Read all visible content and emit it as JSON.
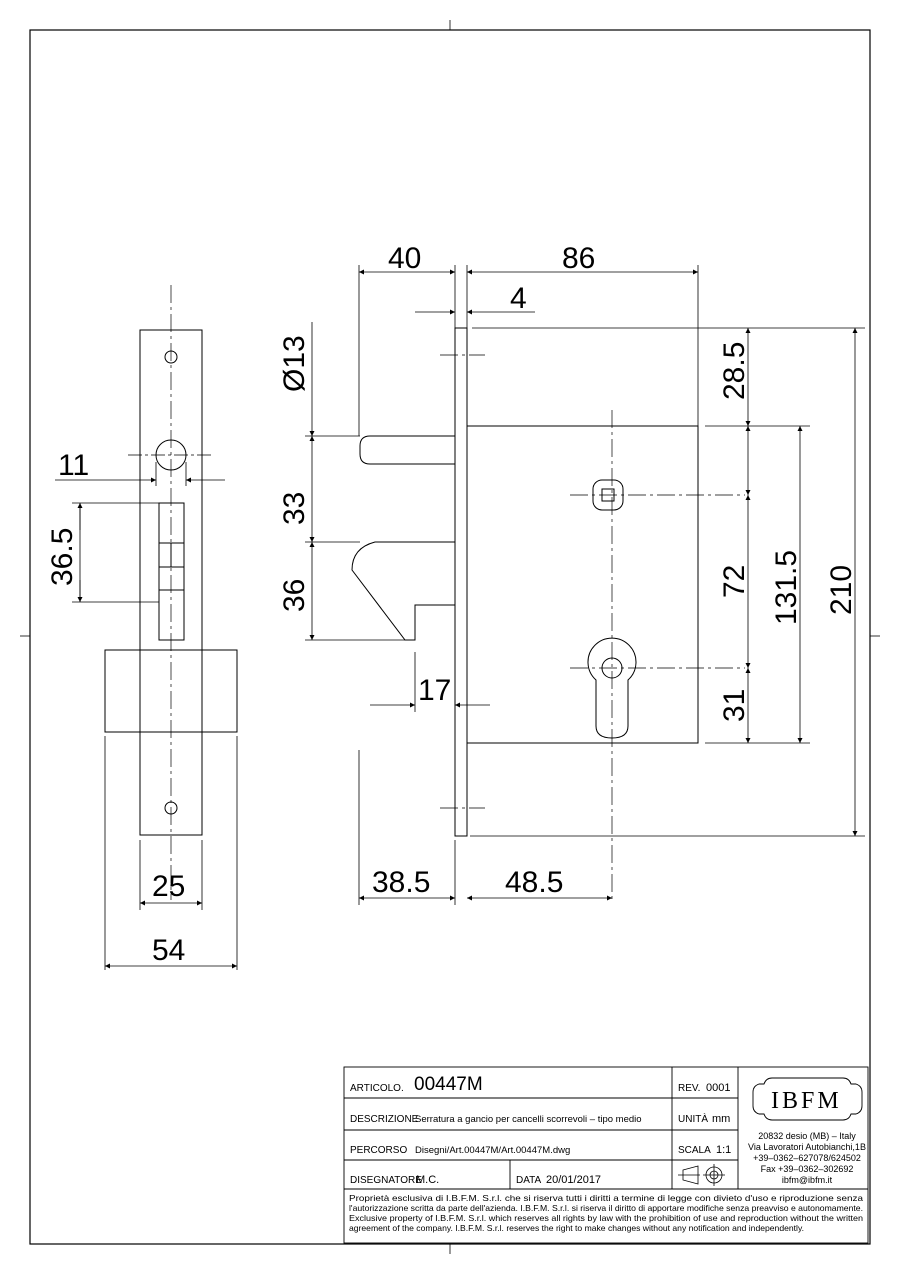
{
  "dimensions": {
    "top_40": "40",
    "top_86": "86",
    "top_4": "4",
    "d13": "Ø13",
    "v33": "33",
    "v36": "36",
    "h17": "17",
    "b385": "38.5",
    "b485": "48.5",
    "r285": "28.5",
    "r72": "72",
    "r31": "31",
    "r1315": "131.5",
    "r210": "210",
    "f11": "11",
    "f365": "36.5",
    "f25": "25",
    "f54": "54"
  },
  "title_block": {
    "articolo_label": "ARTICOLO.",
    "articolo_value": "00447M",
    "rev_label": "REV.",
    "rev_value": "0001",
    "descrizione_label": "DESCRIZIONE",
    "descrizione_value": "Serratura a gancio per cancelli scorrevoli – tipo medio",
    "unita_label": "UNITÀ",
    "unita_value": "mm",
    "percorso_label": "PERCORSO",
    "percorso_value": "Disegni/Art.00447M/Art.00447M.dwg",
    "scala_label": "SCALA",
    "scala_value": "1:1",
    "disegnatore_label": "DISEGNATORE",
    "disegnatore_value": "M.C.",
    "data_label": "DATA",
    "data_value": "20/01/2017",
    "logo_text": "IBFM",
    "address_lines": [
      "20832 desio (MB) – Italy",
      "Via Lavoratori Autobianchi,1B",
      "+39–0362–627078/624502",
      "Fax +39–0362–302692",
      "ibfm@ibfm.it"
    ],
    "notes": [
      "Proprietà esclusiva di I.B.F.M. S.r.l. che si riserva tutti i diritti a termine di legge con divieto d'uso e riproduzione senza",
      "l'autorizzazione scritta da parte dell'azienda. I.B.F.M. S.r.l. si riserva il diritto di apportare modifiche senza preavviso e autonomamente.",
      "Exclusive property of I.B.F.M. S.r.l. which reserves all rights by law with the prohibition of use and reproduction without the written",
      "agreement of the company. I.B.F.M. S.r.l. reserves the right to make changes without any notification and independently."
    ]
  }
}
